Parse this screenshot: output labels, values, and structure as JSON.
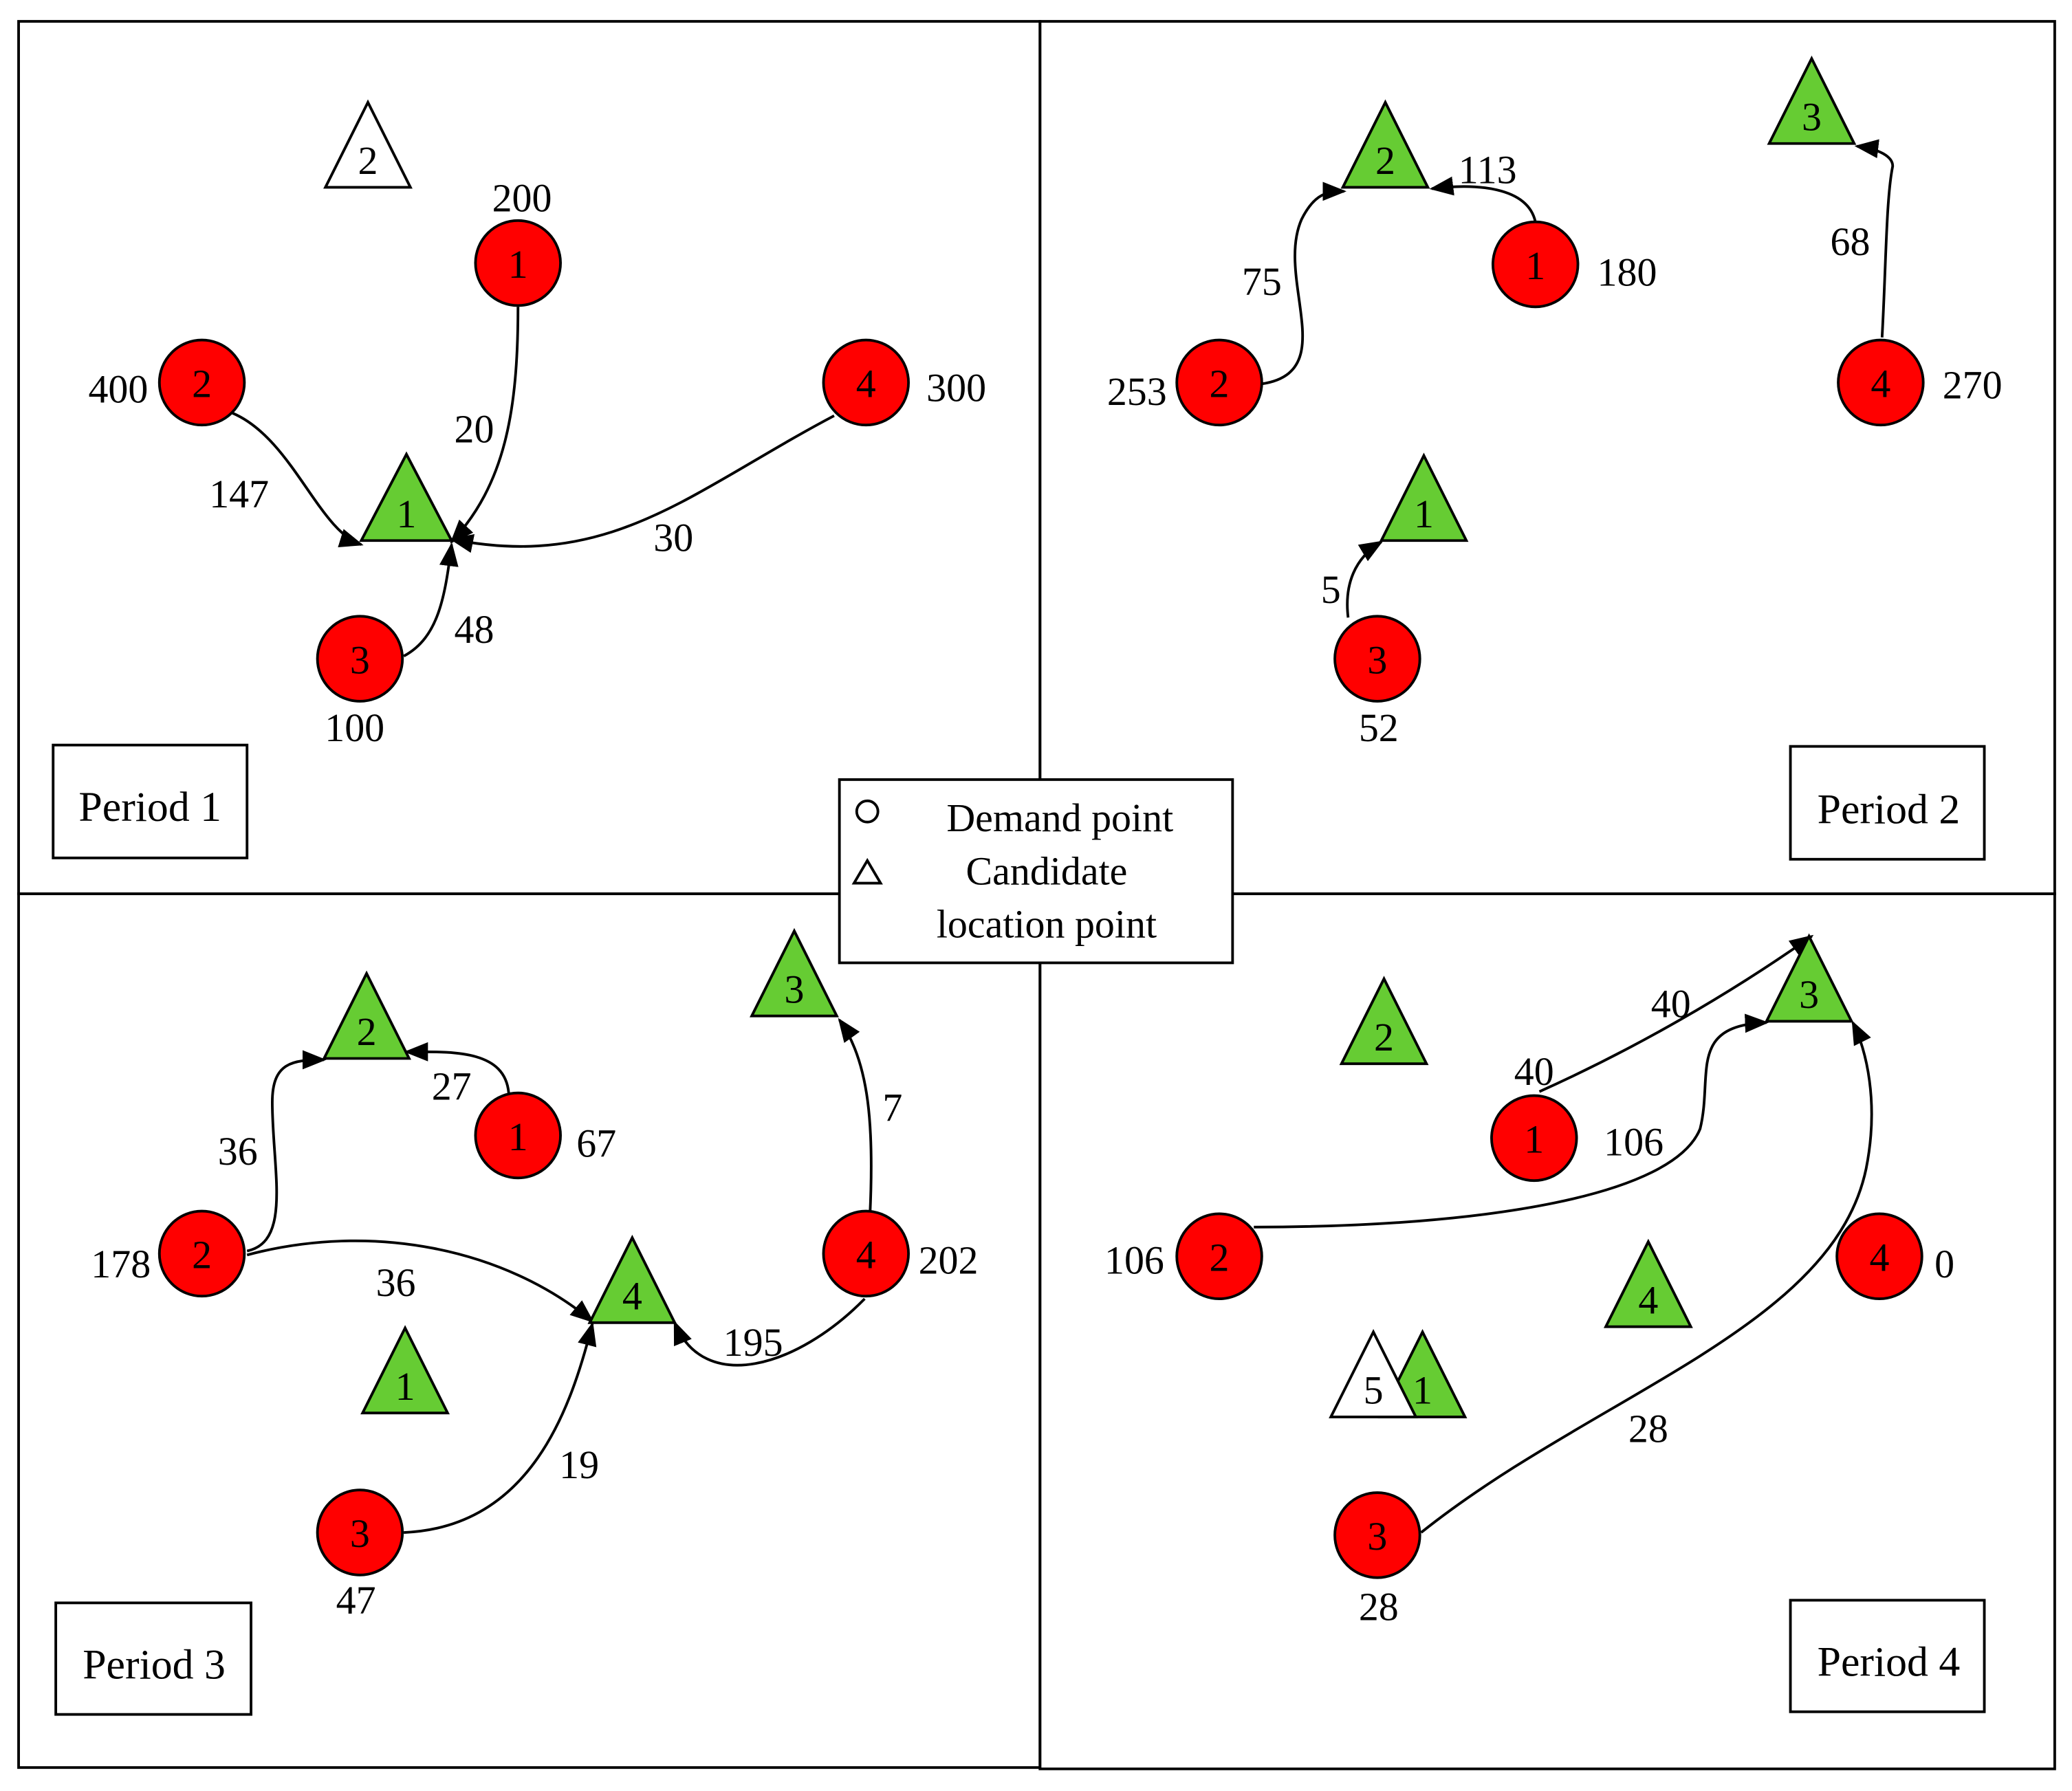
{
  "colors": {
    "demand_fill": "#ff0000",
    "facility_open_fill": "#66cc33",
    "facility_closed_fill": "#ffffff",
    "stroke": "#000000"
  },
  "legend": {
    "demand_label": "Demand point",
    "candidate_label_line1": "Candidate",
    "candidate_label_line2": "location point"
  },
  "periods": [
    {
      "label": "Period 1",
      "demand_points": [
        {
          "id": "1",
          "demand": "200"
        },
        {
          "id": "2",
          "demand": "400"
        },
        {
          "id": "3",
          "demand": "100"
        },
        {
          "id": "4",
          "demand": "300"
        }
      ],
      "facilities": [
        {
          "id": "2",
          "open": false
        },
        {
          "id": "1",
          "open": true
        }
      ],
      "flows": [
        {
          "label": "147"
        },
        {
          "label": "20"
        },
        {
          "label": "30"
        },
        {
          "label": "48"
        }
      ]
    },
    {
      "label": "Period 2",
      "demand_points": [
        {
          "id": "1",
          "demand": "180"
        },
        {
          "id": "2",
          "demand": "253"
        },
        {
          "id": "3",
          "demand": "52"
        },
        {
          "id": "4",
          "demand": "270"
        }
      ],
      "facilities": [
        {
          "id": "2",
          "open": true
        },
        {
          "id": "3",
          "open": true
        },
        {
          "id": "1",
          "open": true
        }
      ],
      "flows": [
        {
          "label": "113"
        },
        {
          "label": "75"
        },
        {
          "label": "68"
        },
        {
          "label": "5"
        }
      ]
    },
    {
      "label": "Period 3",
      "demand_points": [
        {
          "id": "1",
          "demand": "67"
        },
        {
          "id": "2",
          "demand": "178"
        },
        {
          "id": "3",
          "demand": "47"
        },
        {
          "id": "4",
          "demand": "202"
        }
      ],
      "facilities": [
        {
          "id": "2",
          "open": true
        },
        {
          "id": "3",
          "open": true
        },
        {
          "id": "4",
          "open": true
        },
        {
          "id": "1",
          "open": true
        }
      ],
      "flows": [
        {
          "label": "27"
        },
        {
          "label": "36"
        },
        {
          "label": "36"
        },
        {
          "label": "7"
        },
        {
          "label": "195"
        },
        {
          "label": "19"
        }
      ]
    },
    {
      "label": "Period 4",
      "demand_points": [
        {
          "id": "1",
          "demand": "40"
        },
        {
          "id": "2",
          "demand": "106"
        },
        {
          "id": "3",
          "demand": "28"
        },
        {
          "id": "4",
          "demand": "0"
        }
      ],
      "facilities": [
        {
          "id": "2",
          "open": true
        },
        {
          "id": "3",
          "open": true
        },
        {
          "id": "4",
          "open": true
        },
        {
          "id": "5",
          "open": false
        },
        {
          "id": "1",
          "open": true
        }
      ],
      "flows": [
        {
          "label": "40"
        },
        {
          "label": "106"
        },
        {
          "label": "28"
        }
      ]
    }
  ]
}
